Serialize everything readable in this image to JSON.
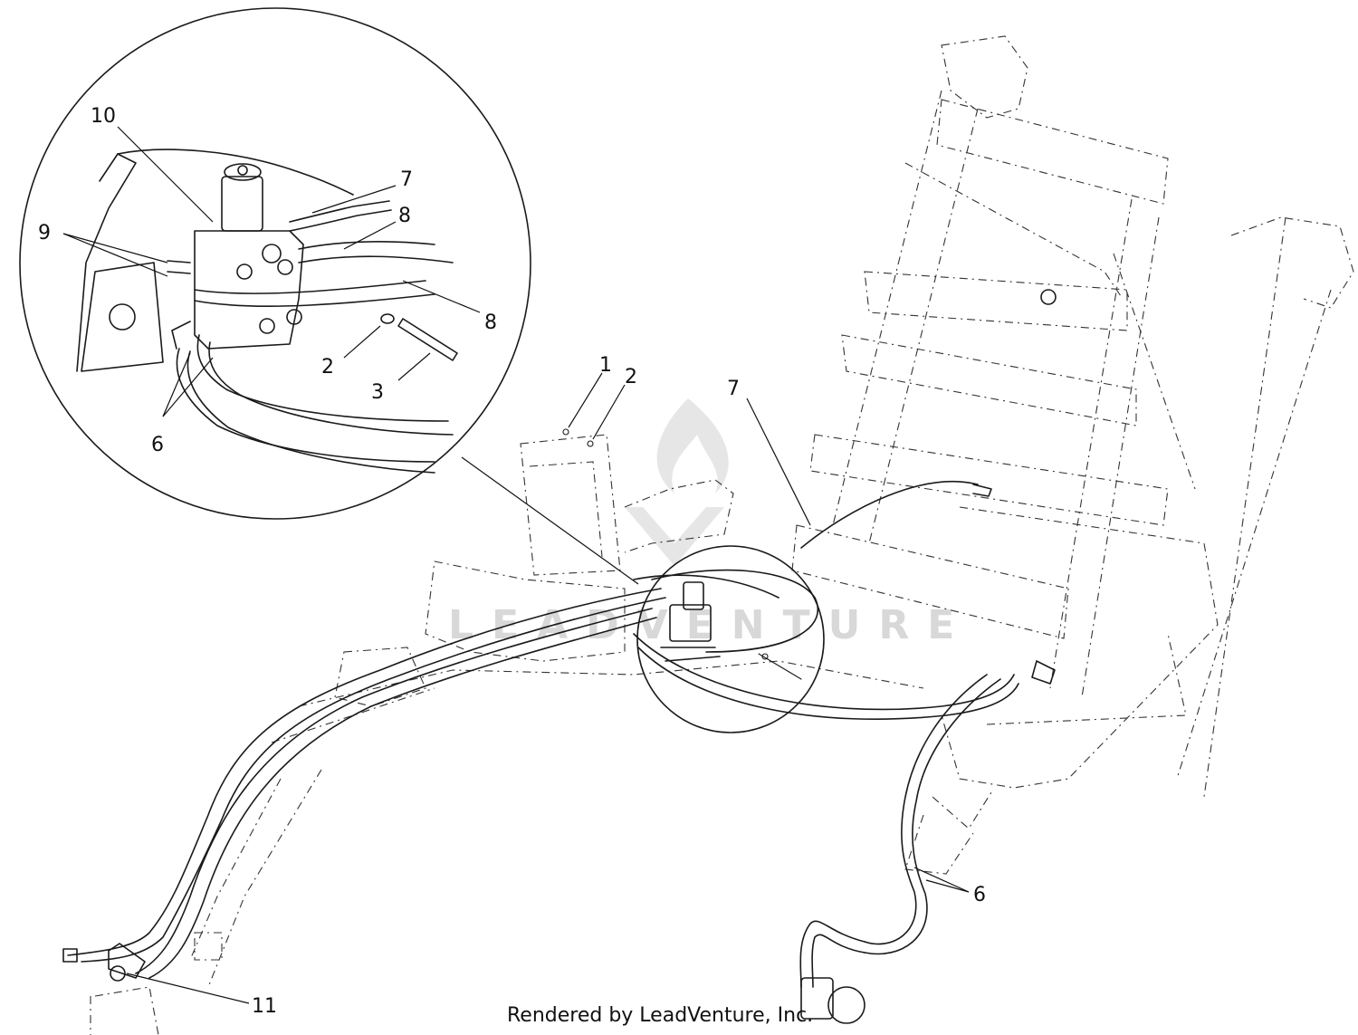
{
  "diagram": {
    "callouts": [
      {
        "id": "c10",
        "label": "10"
      },
      {
        "id": "c7a",
        "label": "7"
      },
      {
        "id": "c8a",
        "label": "8"
      },
      {
        "id": "c9",
        "label": "9"
      },
      {
        "id": "c8b",
        "label": "8"
      },
      {
        "id": "c2a",
        "label": "2"
      },
      {
        "id": "c3",
        "label": "3"
      },
      {
        "id": "c6a",
        "label": "6"
      },
      {
        "id": "c1",
        "label": "1"
      },
      {
        "id": "c2b",
        "label": "2"
      },
      {
        "id": "c7b",
        "label": "7"
      },
      {
        "id": "c6b",
        "label": "6"
      },
      {
        "id": "c11",
        "label": "11"
      }
    ],
    "watermark": "LEADVENTURE",
    "credit": "Rendered by LeadVenture, Inc."
  }
}
